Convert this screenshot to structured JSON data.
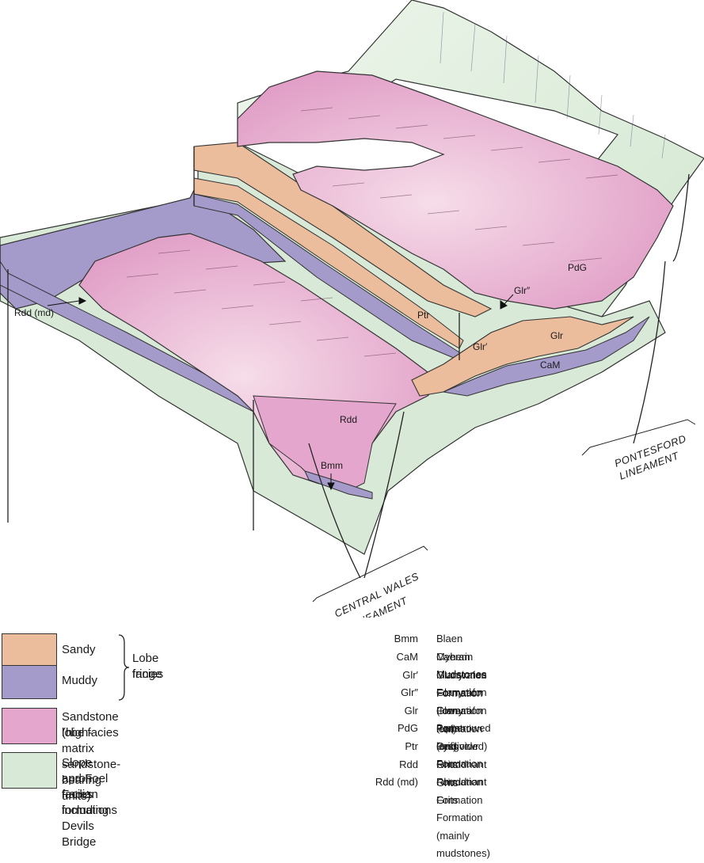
{
  "labels": {
    "rdd_md": "Rdd (md)",
    "ptr": "Ptr",
    "pdg": "PdG",
    "glr_dd": "Glr″",
    "glr": "Glr",
    "glr_d": "Glr′",
    "cam": "CaM",
    "rdd": "Rdd",
    "bmm": "Bmm"
  },
  "lineaments": {
    "pontesford_1": "PONTESFORD",
    "pontesford_2": "LINEAMENT",
    "central_1": "CENTRAL WALES",
    "central_2": "LINEAMENT"
  },
  "colors": {
    "sandy": "#ecbd9c",
    "muddy": "#a59bcb",
    "sandstone": "#e4a6cc",
    "slope": "#d8ead7"
  },
  "legend": {
    "sandy": "Sandy",
    "muddy": "Muddy",
    "lobe_fringe_1": "Lobe fringe",
    "lobe_fringe_2": "facies",
    "sandstone_1": "Sandstone lobe facies",
    "sandstone_2": "(high-matrix sandstone-bearing units)",
    "slope_1": "Slope apron facies including Devils Bridge",
    "slope_2": "and Foel Fadian formations"
  },
  "formations": [
    {
      "abbr": "Bmm",
      "name": "Blaen Myherin Mudstones Formation"
    },
    {
      "abbr": "CaM",
      "name": "Caeran Mudstones Formation"
    },
    {
      "abbr": "Glr′",
      "name": "Glanyrafon Formation (lower leaf)"
    },
    {
      "abbr": "Glr″",
      "name": "Glanyrafon Formation (upper leaf)"
    },
    {
      "abbr": "Glr",
      "name": "Glanyrafon Formation (undivided)"
    },
    {
      "abbr": "PdG",
      "name": "Penstrowed Grits Formation"
    },
    {
      "abbr": "Ptr",
      "name": "Pysgotwr Grits Formation"
    },
    {
      "abbr": "Rdd",
      "name": "Rhuddnant Grits Formation"
    },
    {
      "abbr": "Rdd (md)",
      "name": "Rhuddnant Grits Formation (mainly mudstones)"
    }
  ]
}
